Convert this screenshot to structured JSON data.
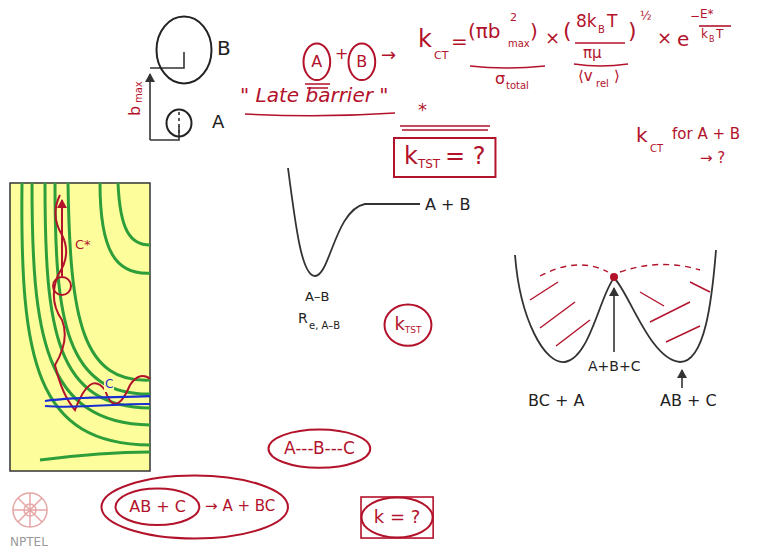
{
  "diagram": {
    "nodes": [
      {
        "text": [
          "B"
        ]
      },
      {
        "text": [
          "A"
        ]
      },
      {
        "text": [
          "A"
        ]
      },
      {
        "text": [
          "B"
        ]
      },
      {
        "text": [
          "k",
          "TST",
          "= ?"
        ]
      },
      {
        "text": [
          "k",
          "TST"
        ]
      },
      {
        "text": [
          "→ A + BC"
        ]
      },
      {
        "text": [
          "AB + C"
        ],
        "in": 6
      },
      {
        "text": [
          "A---B---C"
        ]
      },
      {
        "text": [
          "k = ?"
        ]
      }
    ],
    "labels": [
      "b",
      "max",
      "+",
      "→",
      "k",
      "CT",
      "=",
      "(πb",
      "max",
      "2",
      ")",
      "×",
      "(",
      "8k",
      "B",
      "T",
      "πμ",
      ")",
      "½",
      "×",
      "e",
      "−",
      "E*",
      "k",
      "B",
      "T",
      "σ",
      "total",
      "⟨v",
      "rel",
      "⟩",
      "\" Late barrier \"",
      "A + B",
      "A–B",
      "R",
      "e, A–B",
      "k",
      "CT",
      "for A + B",
      "→ ?",
      "A+B+C",
      "BC + A",
      "AB + C",
      "C*",
      "C",
      "NPTEL",
      "*"
    ]
  }
}
